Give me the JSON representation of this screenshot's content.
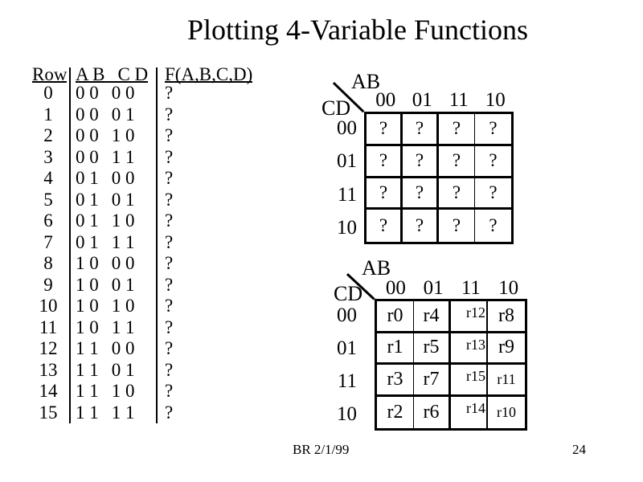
{
  "slide": {
    "title": "Plotting 4-Variable Functions",
    "footer_left": "BR 2/1/99",
    "page_number": "24"
  },
  "truth_table": {
    "headers": {
      "row": "Row",
      "inputs_ab": "A B",
      "inputs_cd": "C D",
      "output": "F(A,B,C,D)"
    },
    "rows": [
      {
        "row": "0",
        "ab": "0 0",
        "cd": "0 0",
        "f": "?"
      },
      {
        "row": "1",
        "ab": "0 0",
        "cd": "0 1",
        "f": "?"
      },
      {
        "row": "2",
        "ab": "0 0",
        "cd": "1 0",
        "f": "?"
      },
      {
        "row": "3",
        "ab": "0 0",
        "cd": "1 1",
        "f": "?"
      },
      {
        "row": "4",
        "ab": "0 1",
        "cd": "0 0",
        "f": "?"
      },
      {
        "row": "5",
        "ab": "0 1",
        "cd": "0 1",
        "f": "?"
      },
      {
        "row": "6",
        "ab": "0 1",
        "cd": "1 0",
        "f": "?"
      },
      {
        "row": "7",
        "ab": "0 1",
        "cd": "1 1",
        "f": "?"
      },
      {
        "row": "8",
        "ab": "1 0",
        "cd": "0 0",
        "f": "?"
      },
      {
        "row": "9",
        "ab": "1 0",
        "cd": "0 1",
        "f": "?"
      },
      {
        "row": "10",
        "ab": "1 0",
        "cd": "1 0",
        "f": "?"
      },
      {
        "row": "11",
        "ab": "1 0",
        "cd": "1 1",
        "f": "?"
      },
      {
        "row": "12",
        "ab": "1 1",
        "cd": "0 0",
        "f": "?"
      },
      {
        "row": "13",
        "ab": "1 1",
        "cd": "0 1",
        "f": "?"
      },
      {
        "row": "14",
        "ab": "1 1",
        "cd": "1 0",
        "f": "?"
      },
      {
        "row": "15",
        "ab": "1 1",
        "cd": "1 1",
        "f": "?"
      }
    ]
  },
  "kmaps": [
    {
      "name": "function-values-map",
      "corner_top_label": "AB",
      "corner_side_label": "CD",
      "col_labels": [
        "00",
        "01",
        "11",
        "10"
      ],
      "row_labels": [
        "00",
        "01",
        "11",
        "10"
      ],
      "cells": [
        [
          "?",
          "?",
          "?",
          "?"
        ],
        [
          "?",
          "?",
          "?",
          "?"
        ],
        [
          "?",
          "?",
          "?",
          "?"
        ],
        [
          "?",
          "?",
          "?",
          "?"
        ]
      ]
    },
    {
      "name": "row-number-map",
      "corner_top_label": "AB",
      "corner_side_label": "CD",
      "col_labels": [
        "00",
        "01",
        "11",
        "10"
      ],
      "row_labels": [
        "00",
        "01",
        "11",
        "10"
      ],
      "cells": [
        [
          "r0",
          "r4",
          "r12",
          "r8"
        ],
        [
          "r1",
          "r5",
          "r13",
          "r9"
        ],
        [
          "r3",
          "r7",
          "r15",
          "r11"
        ],
        [
          "r2",
          "r6",
          "r14",
          "r10"
        ]
      ]
    }
  ]
}
